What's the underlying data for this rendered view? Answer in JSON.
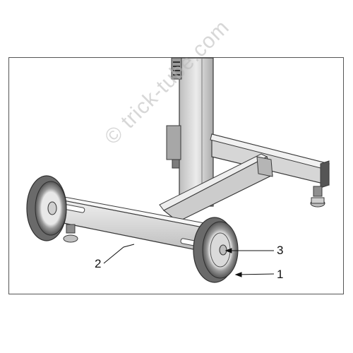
{
  "figure": {
    "callouts": [
      {
        "id": "1",
        "label": "1"
      },
      {
        "id": "2",
        "label": "2"
      },
      {
        "id": "3",
        "label": "3"
      }
    ],
    "watermark": "© trick-tube.com",
    "colors": {
      "metal_light": "#e2e2e2",
      "metal_mid": "#c4c4c4",
      "metal_dark": "#8d8d8d",
      "outline": "#3a3a3a",
      "tire": "#6a6a6a"
    }
  }
}
